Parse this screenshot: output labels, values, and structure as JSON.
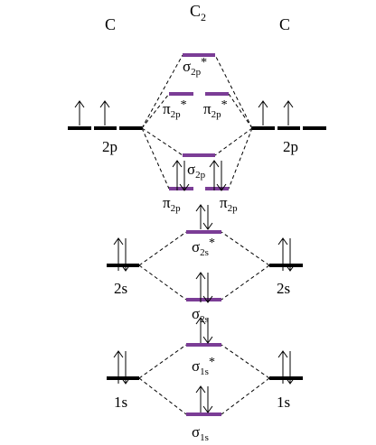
{
  "colors": {
    "atomic": "#000000",
    "molecular": "#7b3d96"
  },
  "titles": {
    "left_atom": "C",
    "molecule": "C",
    "molecule_sub": "2",
    "right_atom": "C"
  },
  "atomic_labels": {
    "left": {
      "p2": "2p",
      "s2": "2s",
      "s1": "1s"
    },
    "right": {
      "p2": "2p",
      "s2": "2s",
      "s1": "1s"
    }
  },
  "mo_labels": {
    "sigma2p_star": {
      "main": "σ",
      "sub": "2p",
      "sup": "*"
    },
    "pi2p_star_left": {
      "main": "π",
      "sub": "2p",
      "sup": "*"
    },
    "pi2p_star_right": {
      "main": "π",
      "sub": "2p",
      "sup": "*"
    },
    "sigma2p": {
      "main": "σ",
      "sub": "2p",
      "sup": ""
    },
    "pi2p_left": {
      "main": "π",
      "sub": "2p",
      "sup": ""
    },
    "pi2p_right": {
      "main": "π",
      "sub": "2p",
      "sup": ""
    },
    "sigma2s_star": {
      "main": "σ",
      "sub": "2s",
      "sup": "*"
    },
    "sigma2s": {
      "main": "σ",
      "sub": "2s",
      "sup": ""
    },
    "sigma1s_star": {
      "main": "σ",
      "sub": "1s",
      "sup": "*"
    },
    "sigma1s": {
      "main": "σ",
      "sub": "1s",
      "sup": ""
    }
  },
  "occupancy": {
    "left_2p": [
      1,
      1,
      0
    ],
    "right_2p": [
      1,
      1,
      0
    ],
    "left_2s": 2,
    "right_2s": 2,
    "left_1s": 2,
    "right_1s": 2,
    "sigma2p_star": 0,
    "pi2p_star": [
      0,
      0
    ],
    "sigma2p": 0,
    "pi2p": [
      2,
      2
    ],
    "sigma2s_star": 2,
    "sigma2s": 2,
    "sigma1s_star": 2,
    "sigma1s": 2
  }
}
